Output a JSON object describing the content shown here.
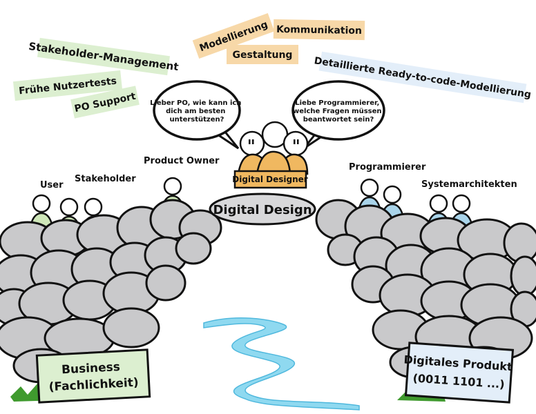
{
  "tags": {
    "green": [
      "Stakeholder-Management",
      "Frühe Nutzertests",
      "PO Support"
    ],
    "orange": [
      "Modellierung",
      "Kommunikation",
      "Gestaltung"
    ],
    "blue": [
      "Detaillierte Ready-to-code-Modellierung"
    ]
  },
  "bubbles": {
    "left": [
      "Lieber PO, wie kann ich",
      "dich am besten",
      "unterstützen?"
    ],
    "right": [
      "Liebe Programmierer,",
      "welche Fragen müssen",
      "beantwortet sein?"
    ]
  },
  "roles": {
    "user": "User",
    "stakeholder": "Stakeholder",
    "product_owner": "Product Owner",
    "programmer": "Programmierer",
    "architects": "Systemarchitekten",
    "designer": "Digital Designer"
  },
  "bridge_label": "Digital Design",
  "signs": {
    "left": [
      "Business",
      "(Fachlichkeit)"
    ],
    "right": [
      "Digitales Produkt",
      "(0011 1101 ...)"
    ]
  },
  "colors": {
    "green": "#dcefd0",
    "orange": "#f7d8a8",
    "blue": "#e3eef9",
    "stone": "#c9c9cb",
    "river": "#8fd9f0",
    "figure_green": "#cfe7b9",
    "figure_blue": "#a9d4ea",
    "designer": "#f0b860"
  }
}
